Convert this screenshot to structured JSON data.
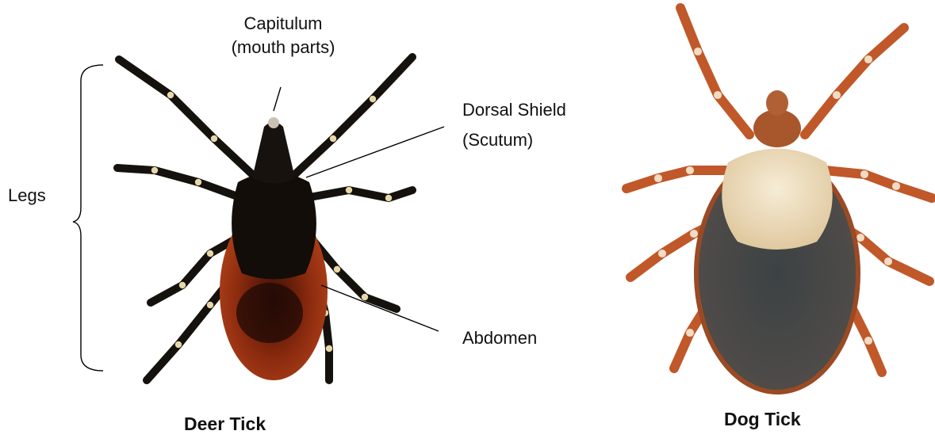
{
  "diagram": {
    "labels": {
      "capitulum_line1": "Capitulum",
      "capitulum_line2": "(mouth parts)",
      "dorsal_line1": "Dorsal Shield",
      "dorsal_line2": "(Scutum)",
      "legs": "Legs",
      "abdomen": "Abdomen"
    },
    "captions": {
      "deer": "Deer Tick",
      "dog": "Dog Tick"
    },
    "colors": {
      "deer_leg": "#15110d",
      "deer_leg_band": "#e8d8a8",
      "deer_shield": "#120d08",
      "deer_abdomen": "#8a2a0e",
      "dog_leg": "#c0582a",
      "dog_leg_band": "#f1dcc4",
      "dog_shield": "#efe2c4",
      "dog_abdomen": "#4a4a4c",
      "dog_rim": "#a04a22",
      "leader_line": "#000000"
    }
  }
}
